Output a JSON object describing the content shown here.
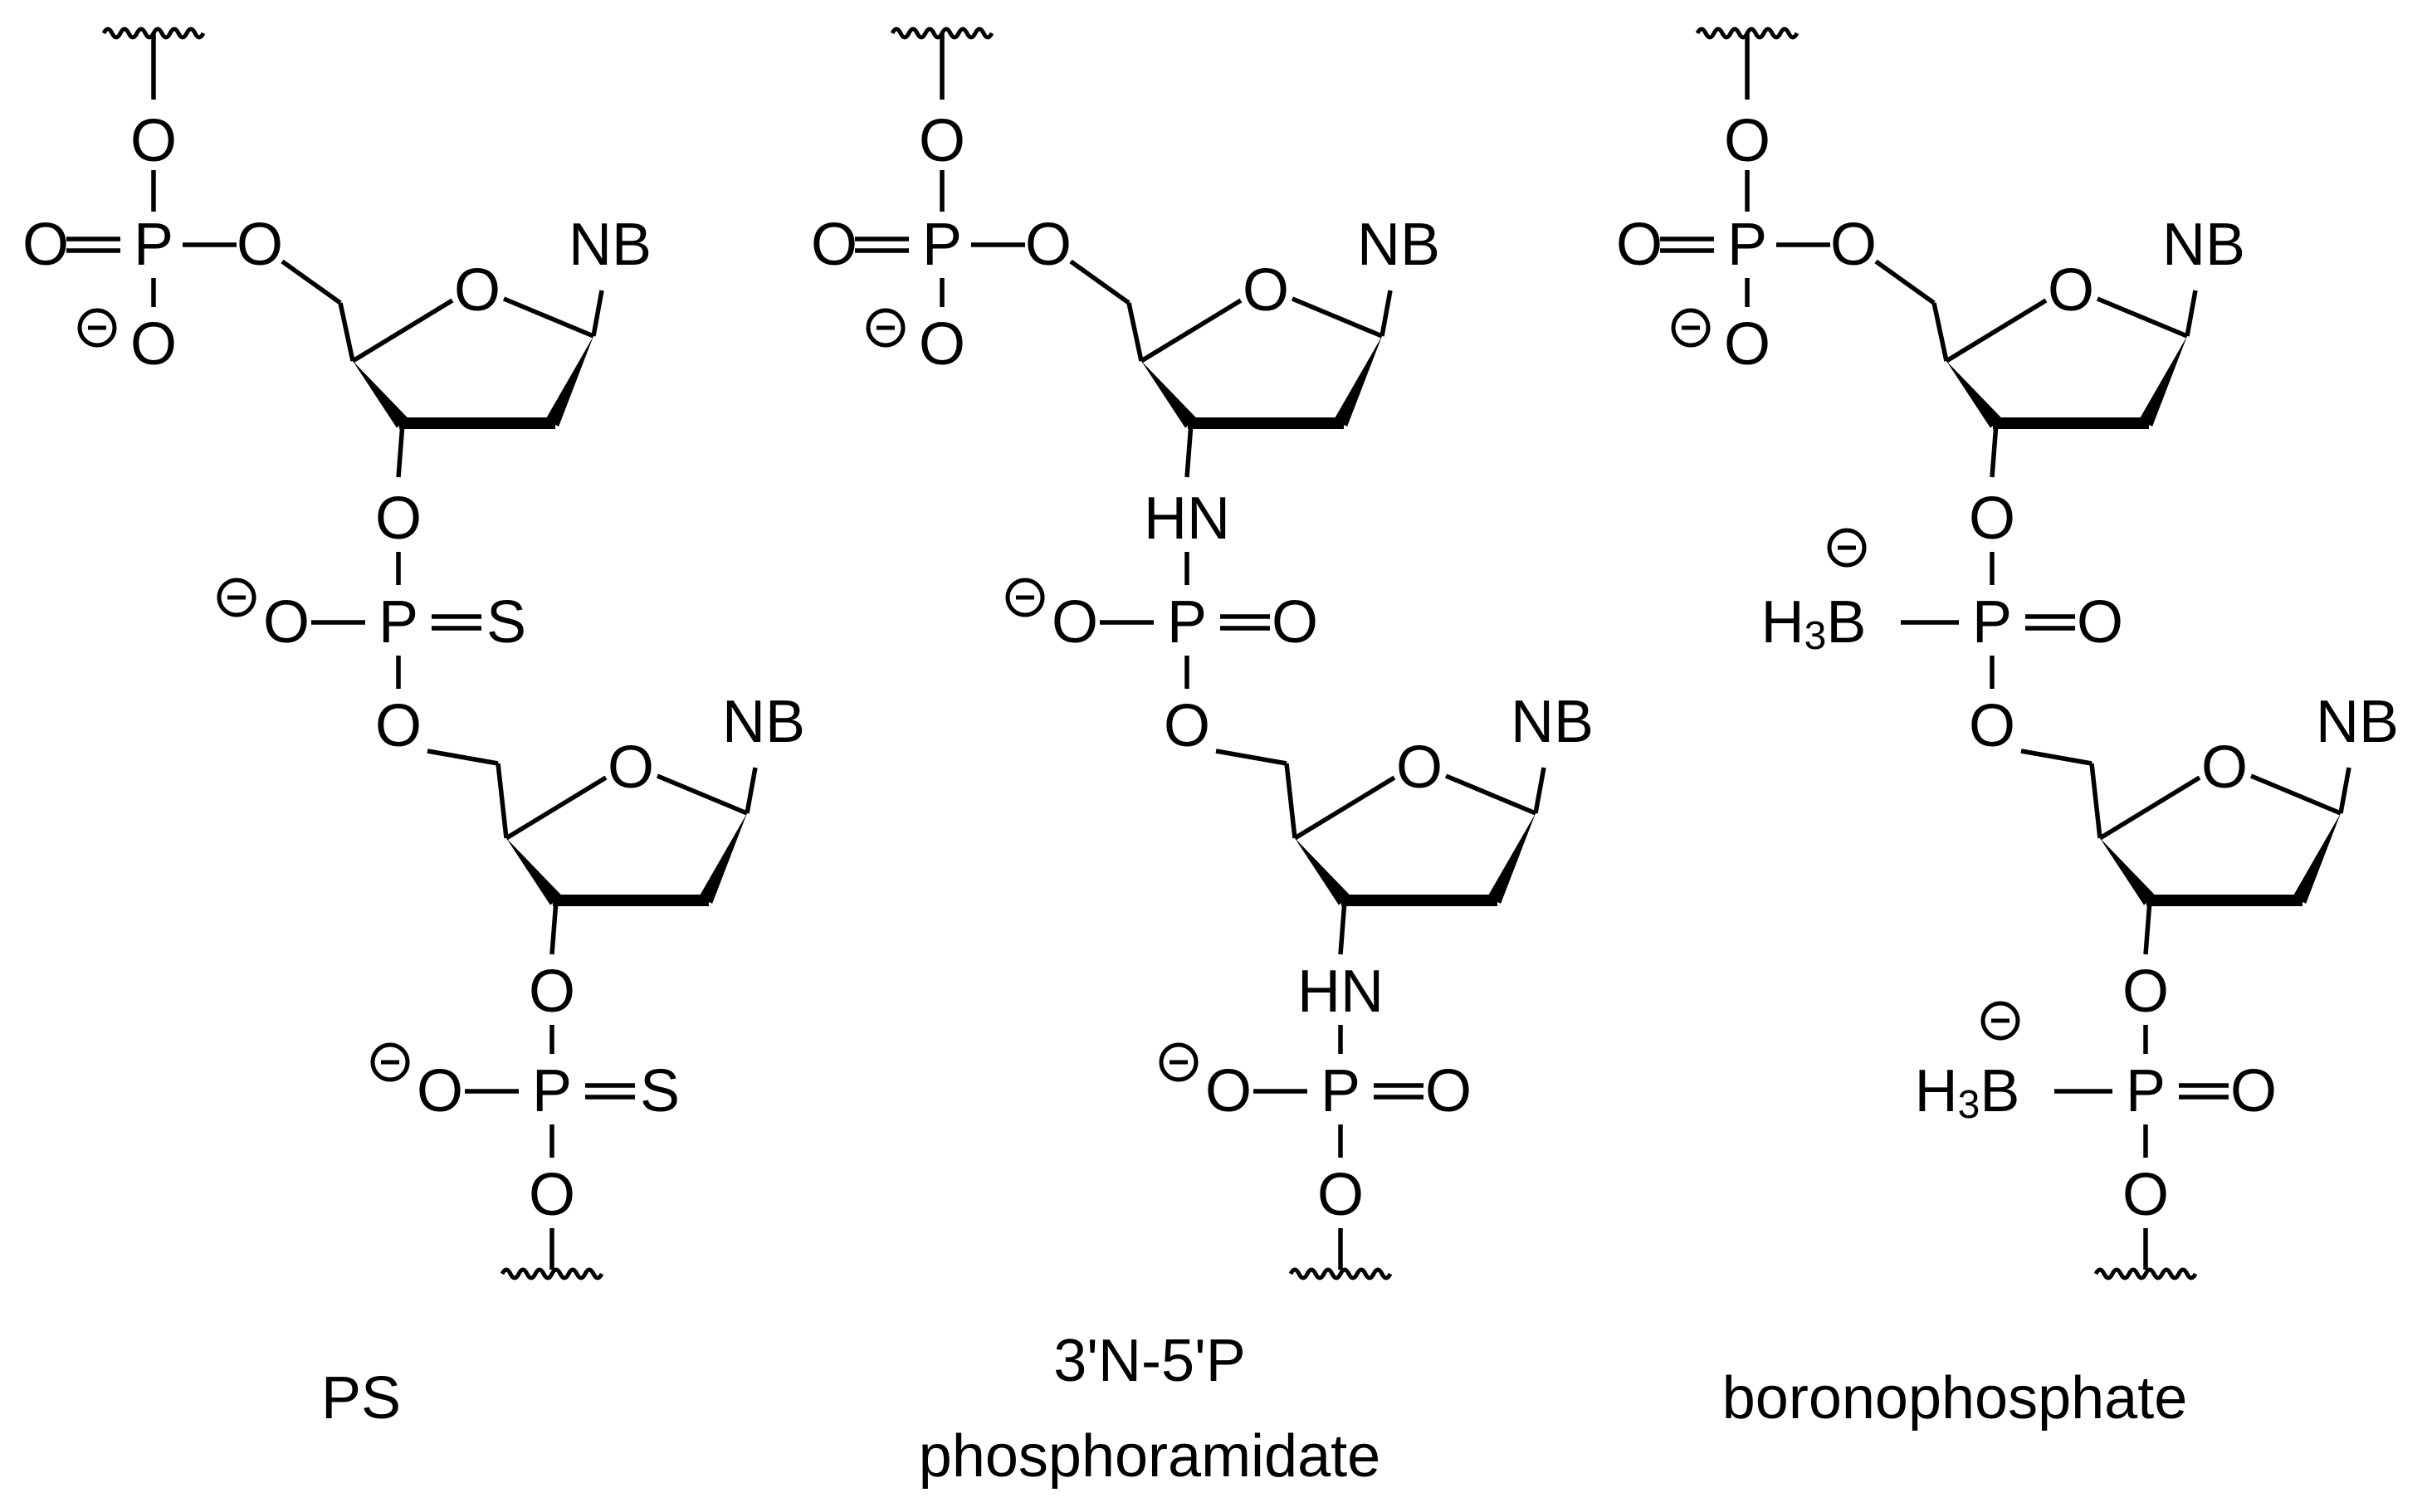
{
  "structures": [
    {
      "caption_lines": [
        "PS"
      ],
      "top_phosphate": {
        "o_top": "O",
        "double_o": "O",
        "p": "P",
        "link_o": "O",
        "charged_o": "O"
      },
      "sugar_1": {
        "ring_o": "O",
        "base": "NB"
      },
      "linkage_1": {
        "x3": "O",
        "charged": "O",
        "p": "P",
        "double": "S",
        "o5": "O"
      },
      "sugar_2": {
        "ring_o": "O",
        "base": "NB"
      },
      "linkage_2": {
        "x3": "O",
        "charged": "O",
        "p": "P",
        "double": "S",
        "o_bottom": "O"
      }
    },
    {
      "caption_lines": [
        "3'N-5'P",
        "phosphoramidate"
      ],
      "top_phosphate": {
        "o_top": "O",
        "double_o": "O",
        "p": "P",
        "link_o": "O",
        "charged_o": "O"
      },
      "sugar_1": {
        "ring_o": "O",
        "base": "NB"
      },
      "linkage_1": {
        "x3": "HN",
        "charged": "O",
        "p": "P",
        "double": "O",
        "o5": "O"
      },
      "sugar_2": {
        "ring_o": "O",
        "base": "NB"
      },
      "linkage_2": {
        "x3": "HN",
        "charged": "O",
        "p": "P",
        "double": "O",
        "o_bottom": "O"
      }
    },
    {
      "caption_lines": [
        "boronophosphate"
      ],
      "top_phosphate": {
        "o_top": "O",
        "double_o": "O",
        "p": "P",
        "link_o": "O",
        "charged_o": "O"
      },
      "sugar_1": {
        "ring_o": "O",
        "base": "NB"
      },
      "linkage_1": {
        "x3": "O",
        "charged": "H3B",
        "p": "P",
        "double": "O",
        "o5": "O"
      },
      "sugar_2": {
        "ring_o": "O",
        "base": "NB"
      },
      "linkage_2": {
        "x3": "O",
        "charged": "H3B",
        "p": "P",
        "double": "O",
        "o_bottom": "O"
      }
    }
  ]
}
